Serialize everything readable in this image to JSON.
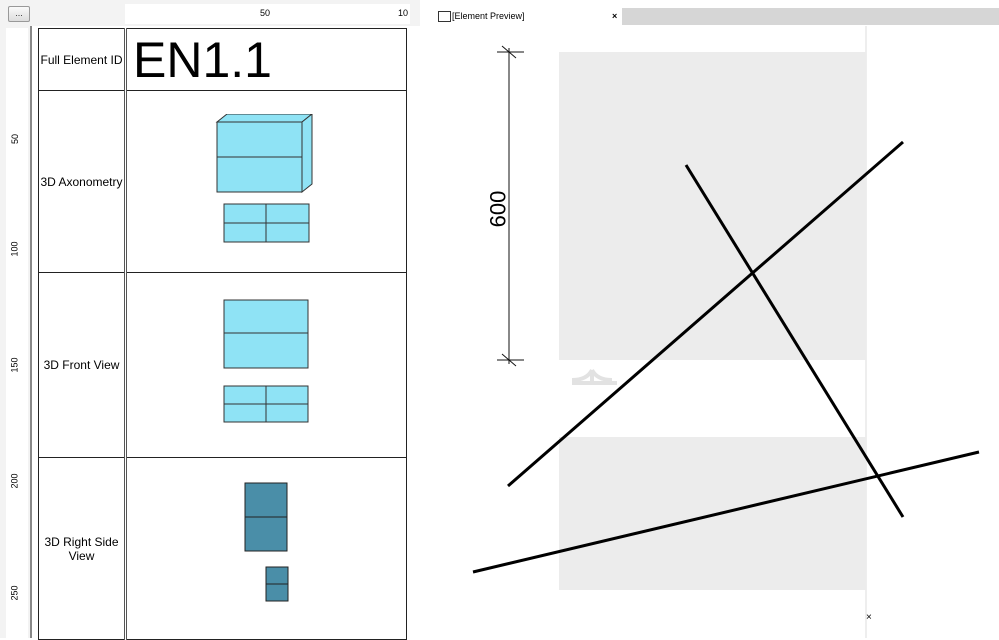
{
  "toolbar": {
    "more_label": "..."
  },
  "ruler": {
    "h_labels": [
      "50",
      "10"
    ],
    "v_labels": [
      "50",
      "100",
      "150",
      "200",
      "250"
    ]
  },
  "table": {
    "rows": [
      {
        "label": "Full Element ID",
        "value": "EN1.1"
      },
      {
        "label": "3D Axonometry"
      },
      {
        "label": "3D Front View"
      },
      {
        "label": "3D Right Side View"
      }
    ]
  },
  "preview": {
    "tab_title": "[Element Preview]",
    "close": "×",
    "dimension": "600",
    "colors": {
      "cabinet": "#8fe3f5",
      "side": "#4a8ea8",
      "panel": "#ececec"
    }
  }
}
